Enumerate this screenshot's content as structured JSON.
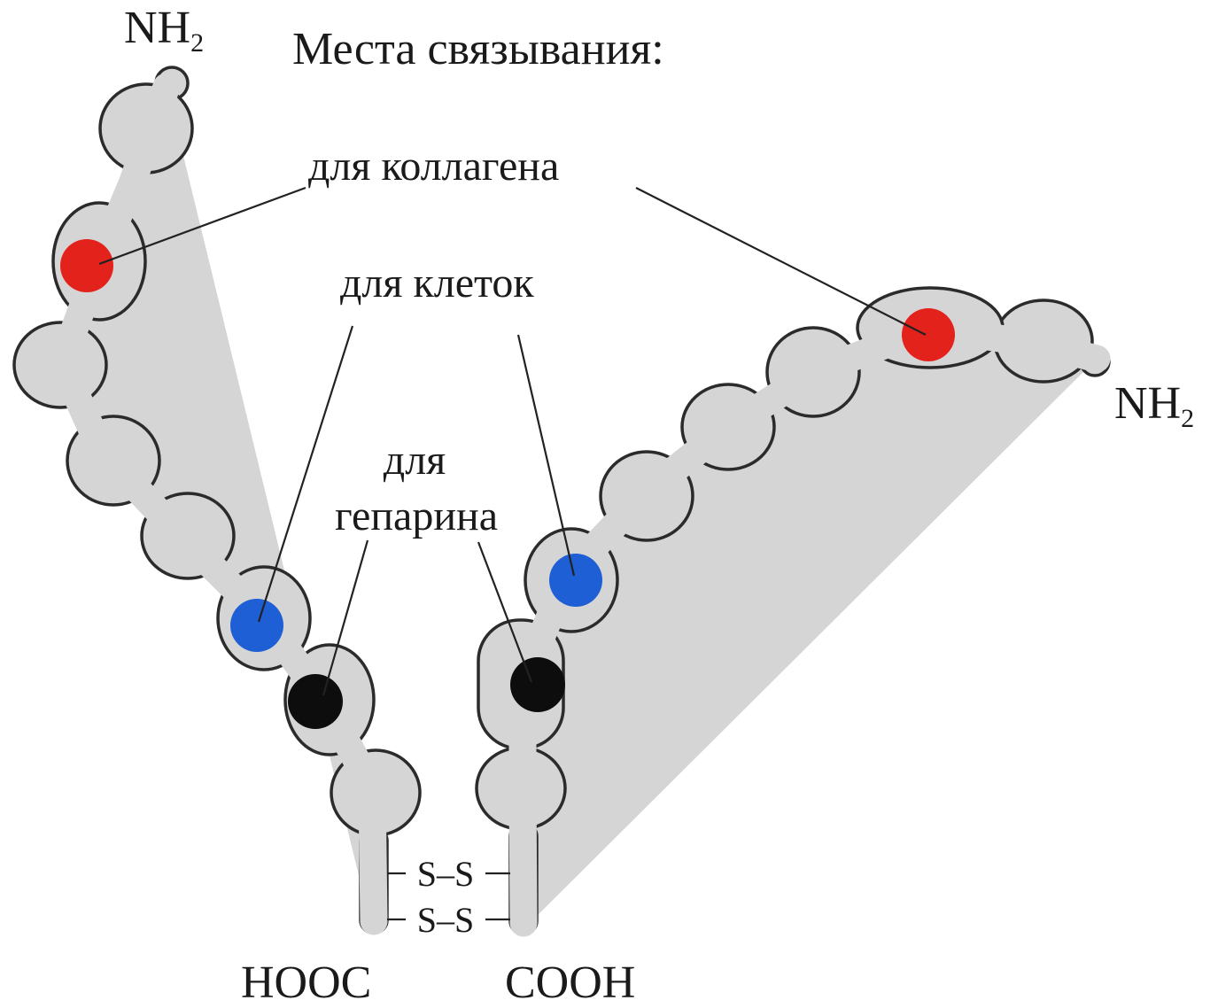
{
  "title": "Места связывания:",
  "labels": {
    "collagen": "для коллагена",
    "cells": "для клеток",
    "heparin_line1": "для",
    "heparin_line2": "гепарина",
    "nh2_left": "NH",
    "nh2_left_sub": "2",
    "nh2_right": "NH",
    "nh2_right_sub": "2",
    "hooc": "HOOC",
    "cooh": "COOH",
    "ss_top": "S–S",
    "ss_bottom": "S–S"
  },
  "colors": {
    "collagen_site": "#e3231b",
    "cell_site": "#1e5fd6",
    "heparin_site": "#0d0d0d",
    "domain_fill": "#d5d5d5",
    "outline": "#2b2b2b"
  }
}
